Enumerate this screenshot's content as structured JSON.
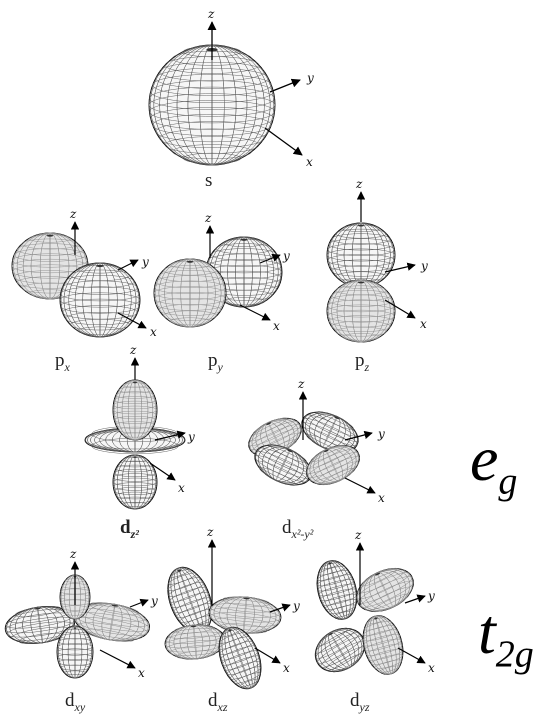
{
  "orbitals": [
    {
      "key": "s",
      "base": "s",
      "sub": ""
    },
    {
      "key": "px",
      "base": "p",
      "sub": "x"
    },
    {
      "key": "py",
      "base": "p",
      "sub": "y"
    },
    {
      "key": "pz",
      "base": "p",
      "sub": "z"
    },
    {
      "key": "dz2",
      "base": "d",
      "sub": "z²"
    },
    {
      "key": "dx2y2",
      "base": "d",
      "sub": "x²-y²"
    },
    {
      "key": "dxy",
      "base": "d",
      "sub": "xy"
    },
    {
      "key": "dxz",
      "base": "d",
      "sub": "xz"
    },
    {
      "key": "dyz",
      "base": "d",
      "sub": "yz"
    }
  ],
  "axes": {
    "x": "x",
    "y": "y",
    "z": "z"
  },
  "groups": {
    "eg": {
      "base": "e",
      "sub": "g"
    },
    "t2g": {
      "base": "t",
      "sub": "2g"
    }
  },
  "colors": {
    "mesh": "#555555",
    "fill": "#f6f6f6",
    "dark": "#8a8a8a",
    "ink": "#000000"
  }
}
